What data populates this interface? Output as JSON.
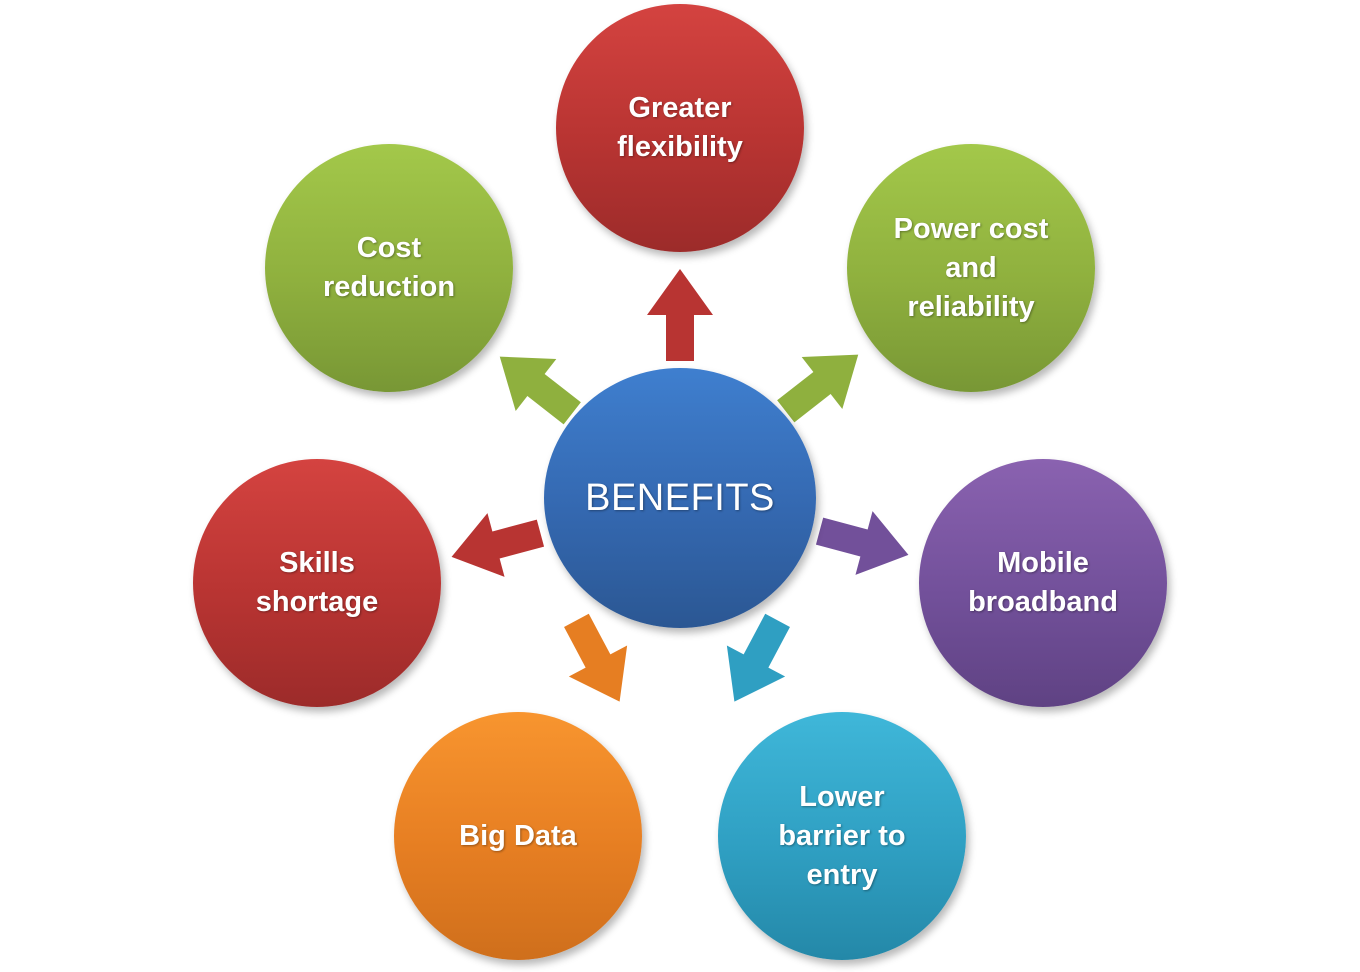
{
  "center": {
    "label": "BENEFITS",
    "color": "#3468b0"
  },
  "nodes": [
    {
      "label_lines": [
        "Greater",
        "flexibility"
      ],
      "color": "#b83432"
    },
    {
      "label_lines": [
        "Power cost",
        "and",
        "reliability"
      ],
      "color": "#8fb03e"
    },
    {
      "label_lines": [
        "Mobile",
        "broadband"
      ],
      "color": "#72509a"
    },
    {
      "label_lines": [
        "Lower",
        "barrier to",
        "entry"
      ],
      "color": "#2f9fc2"
    },
    {
      "label_lines": [
        "Big Data"
      ],
      "color": "#e67e22"
    },
    {
      "label_lines": [
        "Skills",
        "shortage"
      ],
      "color": "#b83432"
    },
    {
      "label_lines": [
        "Cost",
        "reduction"
      ],
      "color": "#8fb03e"
    }
  ],
  "arrows": [
    {
      "icon": "arrow-up-icon",
      "color": "#b83432"
    },
    {
      "icon": "arrow-up-right-icon",
      "color": "#8fb03e"
    },
    {
      "icon": "arrow-right-icon",
      "color": "#72509a"
    },
    {
      "icon": "arrow-down-right-icon",
      "color": "#2f9fc2"
    },
    {
      "icon": "arrow-down-left-icon",
      "color": "#e67e22"
    },
    {
      "icon": "arrow-left-icon",
      "color": "#b83432"
    },
    {
      "icon": "arrow-up-left-icon",
      "color": "#8fb03e"
    }
  ]
}
